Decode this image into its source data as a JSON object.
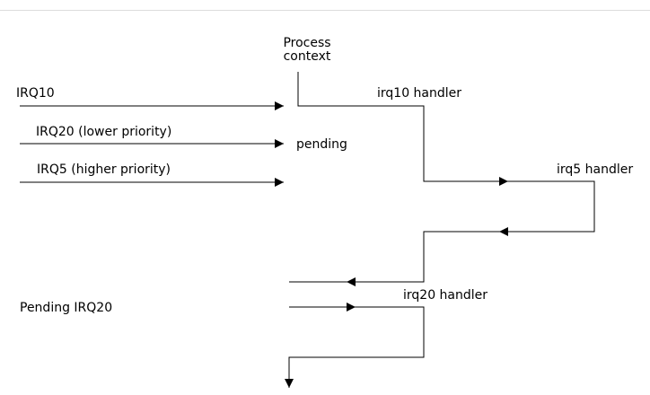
{
  "labels": {
    "process": "Process",
    "context": "context",
    "irq10": "IRQ10",
    "irq20_lower": "IRQ20 (lower priority)",
    "irq5_higher": "IRQ5 (higher priority)",
    "pending": "pending",
    "irq10_handler": "irq10 handler",
    "irq5_handler": "irq5 handler",
    "irq20_handler": "irq20 handler",
    "pending_irq20": "Pending IRQ20"
  },
  "colors": {
    "stroke": "#000000",
    "text": "#000000"
  }
}
